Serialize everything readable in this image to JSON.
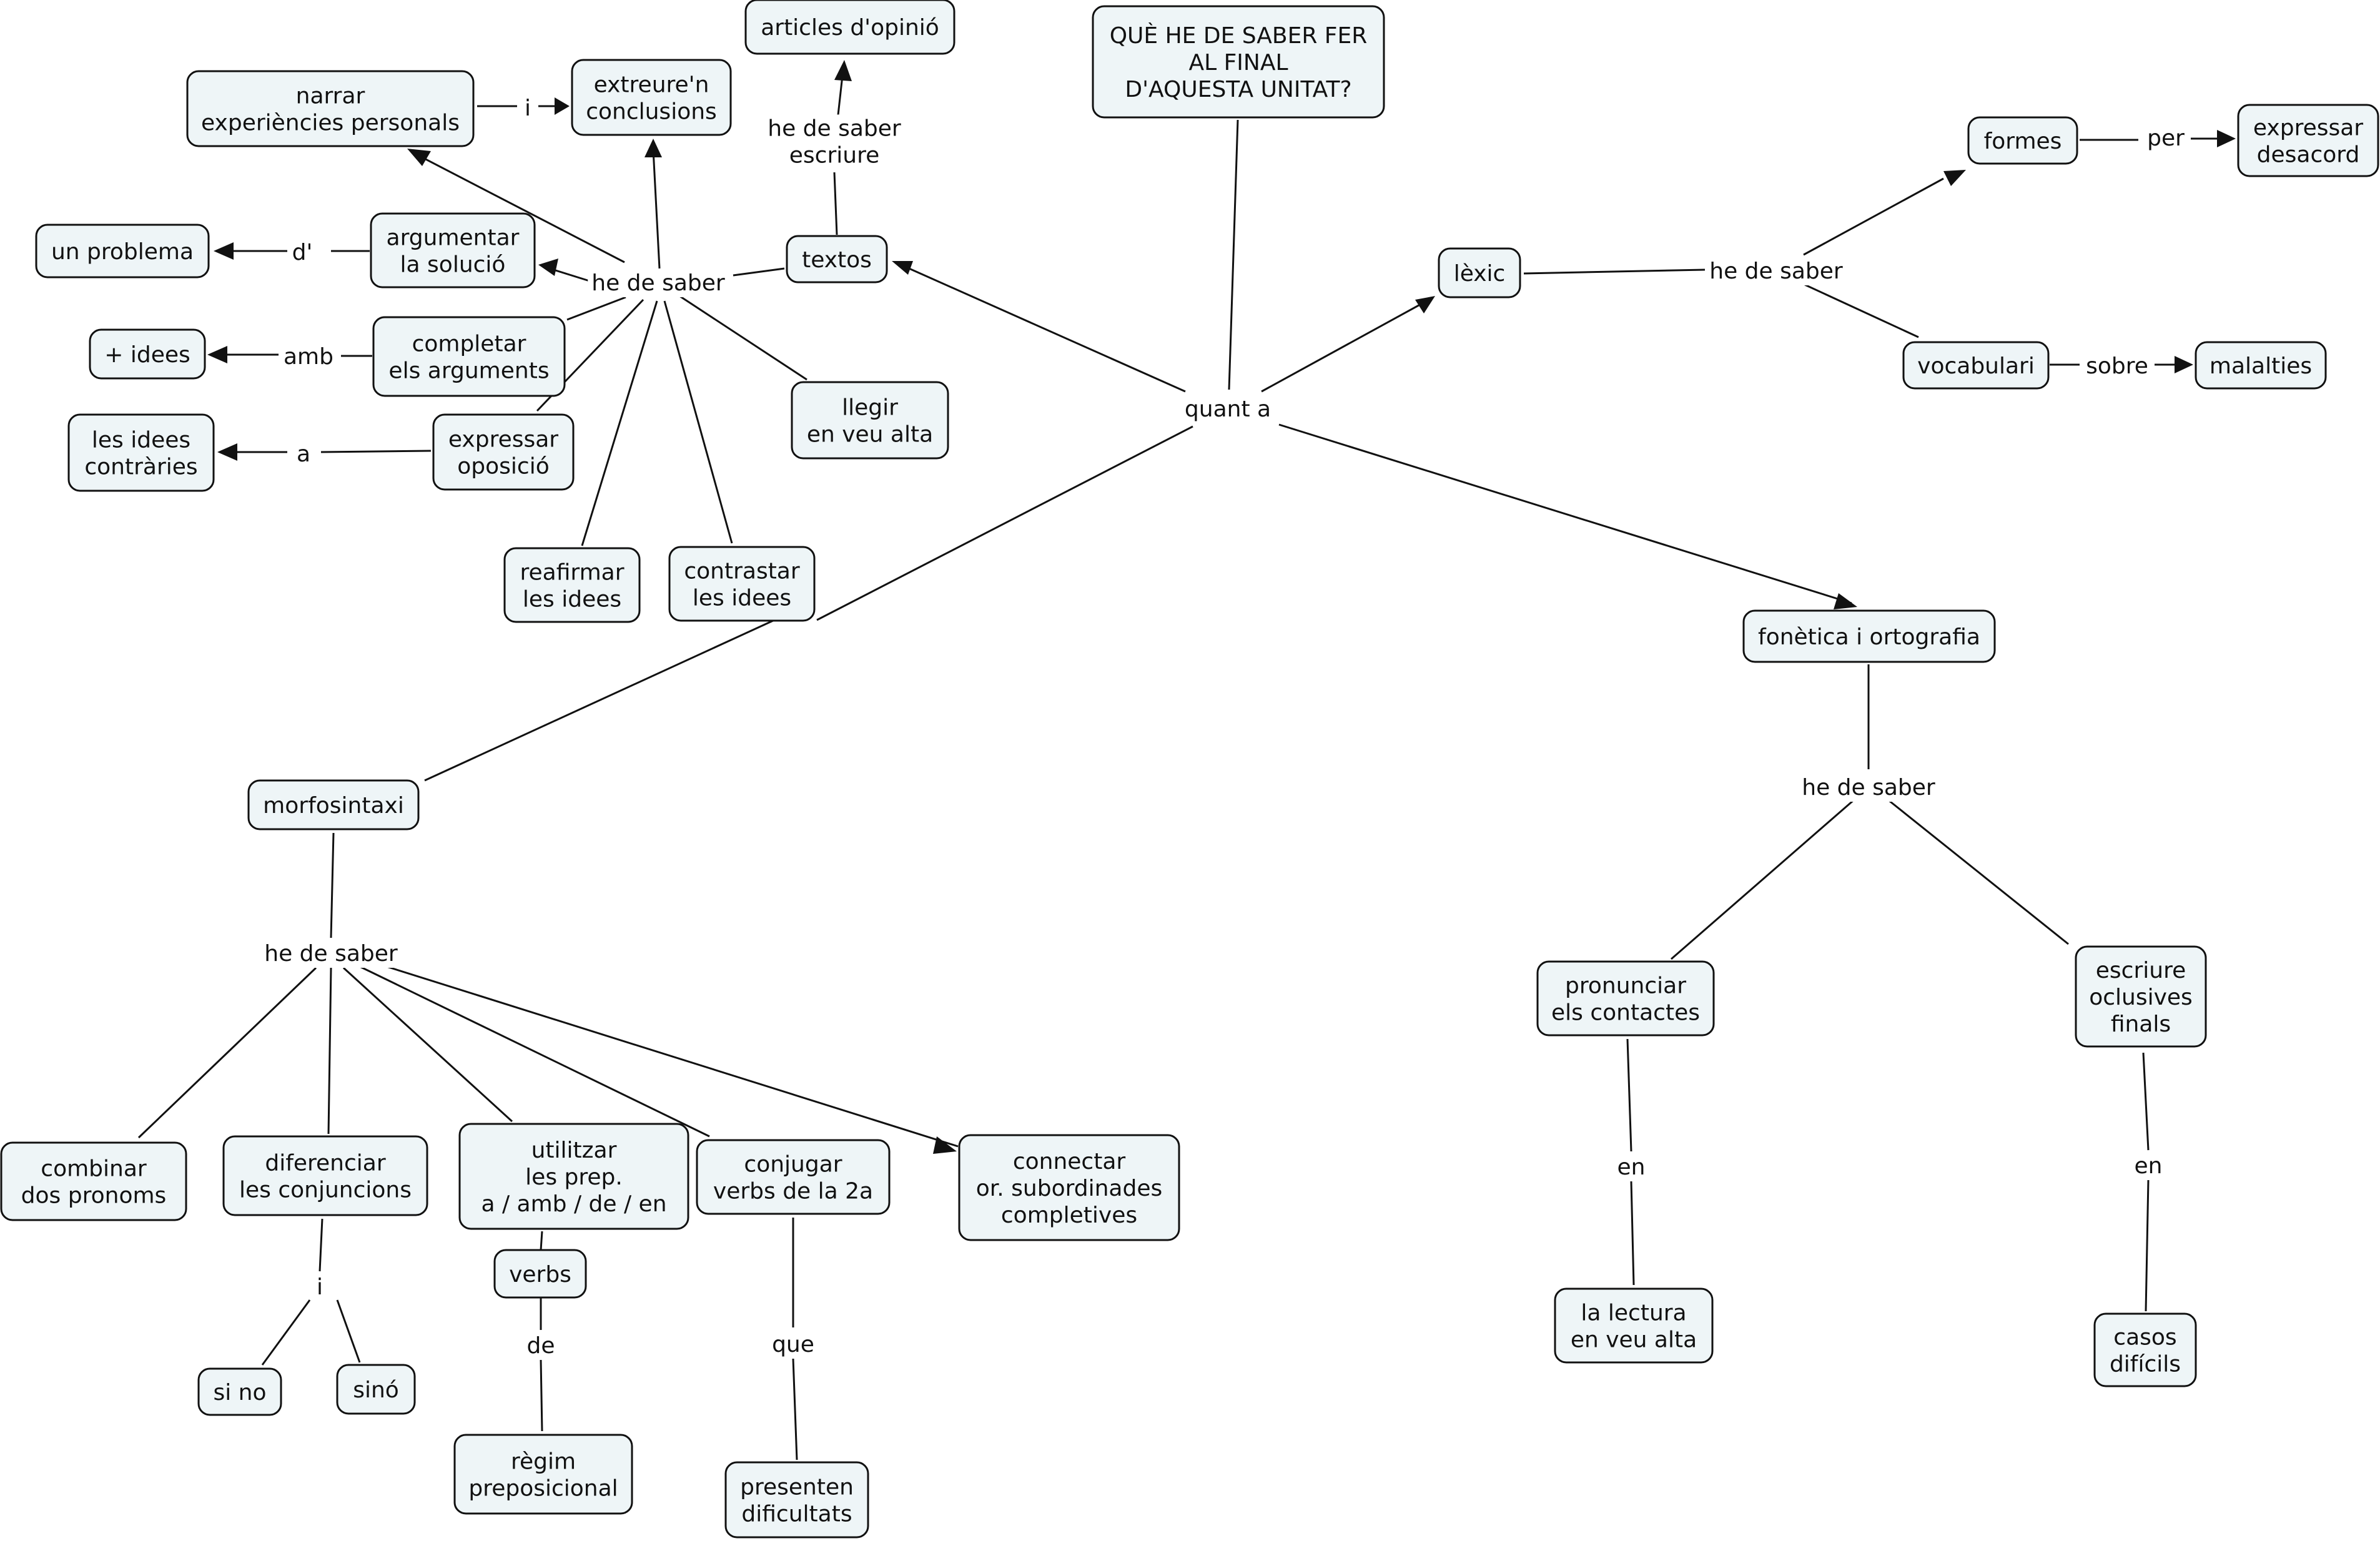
{
  "concept_map": {
    "nodes": {
      "title": "QUÈ HE DE SABER FER\nAL FINAL\nD'AQUESTA UNITAT?",
      "articles": "articles d'opinió",
      "extreure": "extreure'n\nconclusions",
      "narrar": "narrar\nexperiències personals",
      "problema": "un problema",
      "argumentar": "argumentar\nla solució",
      "textos": "textos",
      "mes_idees": "+ idees",
      "completar": "completar\nels arguments",
      "idees_contraries": "les idees\ncontràries",
      "expressar_oposicio": "expressar\noposició",
      "llegir": "llegir\nen veu alta",
      "reafirmar": "reafirmar\nles idees",
      "contrastar": "contrastar\nles idees",
      "lexic": "lèxic",
      "formes": "formes",
      "expressar_desacord": "expressar\ndesacord",
      "vocabulari": "vocabulari",
      "malalties": "malalties",
      "fonetica": "fonètica i ortografia",
      "morfosintaxi": "morfosintaxi",
      "pronunciar": "pronunciar\nels contactes",
      "escriure_oclusives": "escriure\noclusives\nfinals",
      "lectura": "la lectura\nen veu alta",
      "casos": "casos\ndifícils",
      "combinar": "combinar\ndos pronoms",
      "diferenciar": "diferenciar\nles conjuncions",
      "utilitzar": "utilitzar\nles prep.\na / amb / de / en",
      "conjugar": "conjugar\nverbs de la 2a",
      "connectar": "connectar\nor. subordinades\ncompletives",
      "si_no": "si no",
      "sino": "sinó",
      "verbs": "verbs",
      "regim": "règim\npreposicional",
      "presenten": "presenten\ndificultats"
    },
    "links": {
      "quant_a": "quant a",
      "hds_textos": "he de saber",
      "hdse": "he de saber\nescriure",
      "i_narrar": "i",
      "d": "d'",
      "amb": "amb",
      "a": "a",
      "hds_lexic": "he de saber",
      "per": "per",
      "sobre": "sobre",
      "hds_fonetica": "he de saber",
      "en_pronunciar": "en",
      "en_escriure": "en",
      "hds_morfo": "he de saber",
      "i_conj": "i",
      "de": "de",
      "que": "que"
    }
  }
}
